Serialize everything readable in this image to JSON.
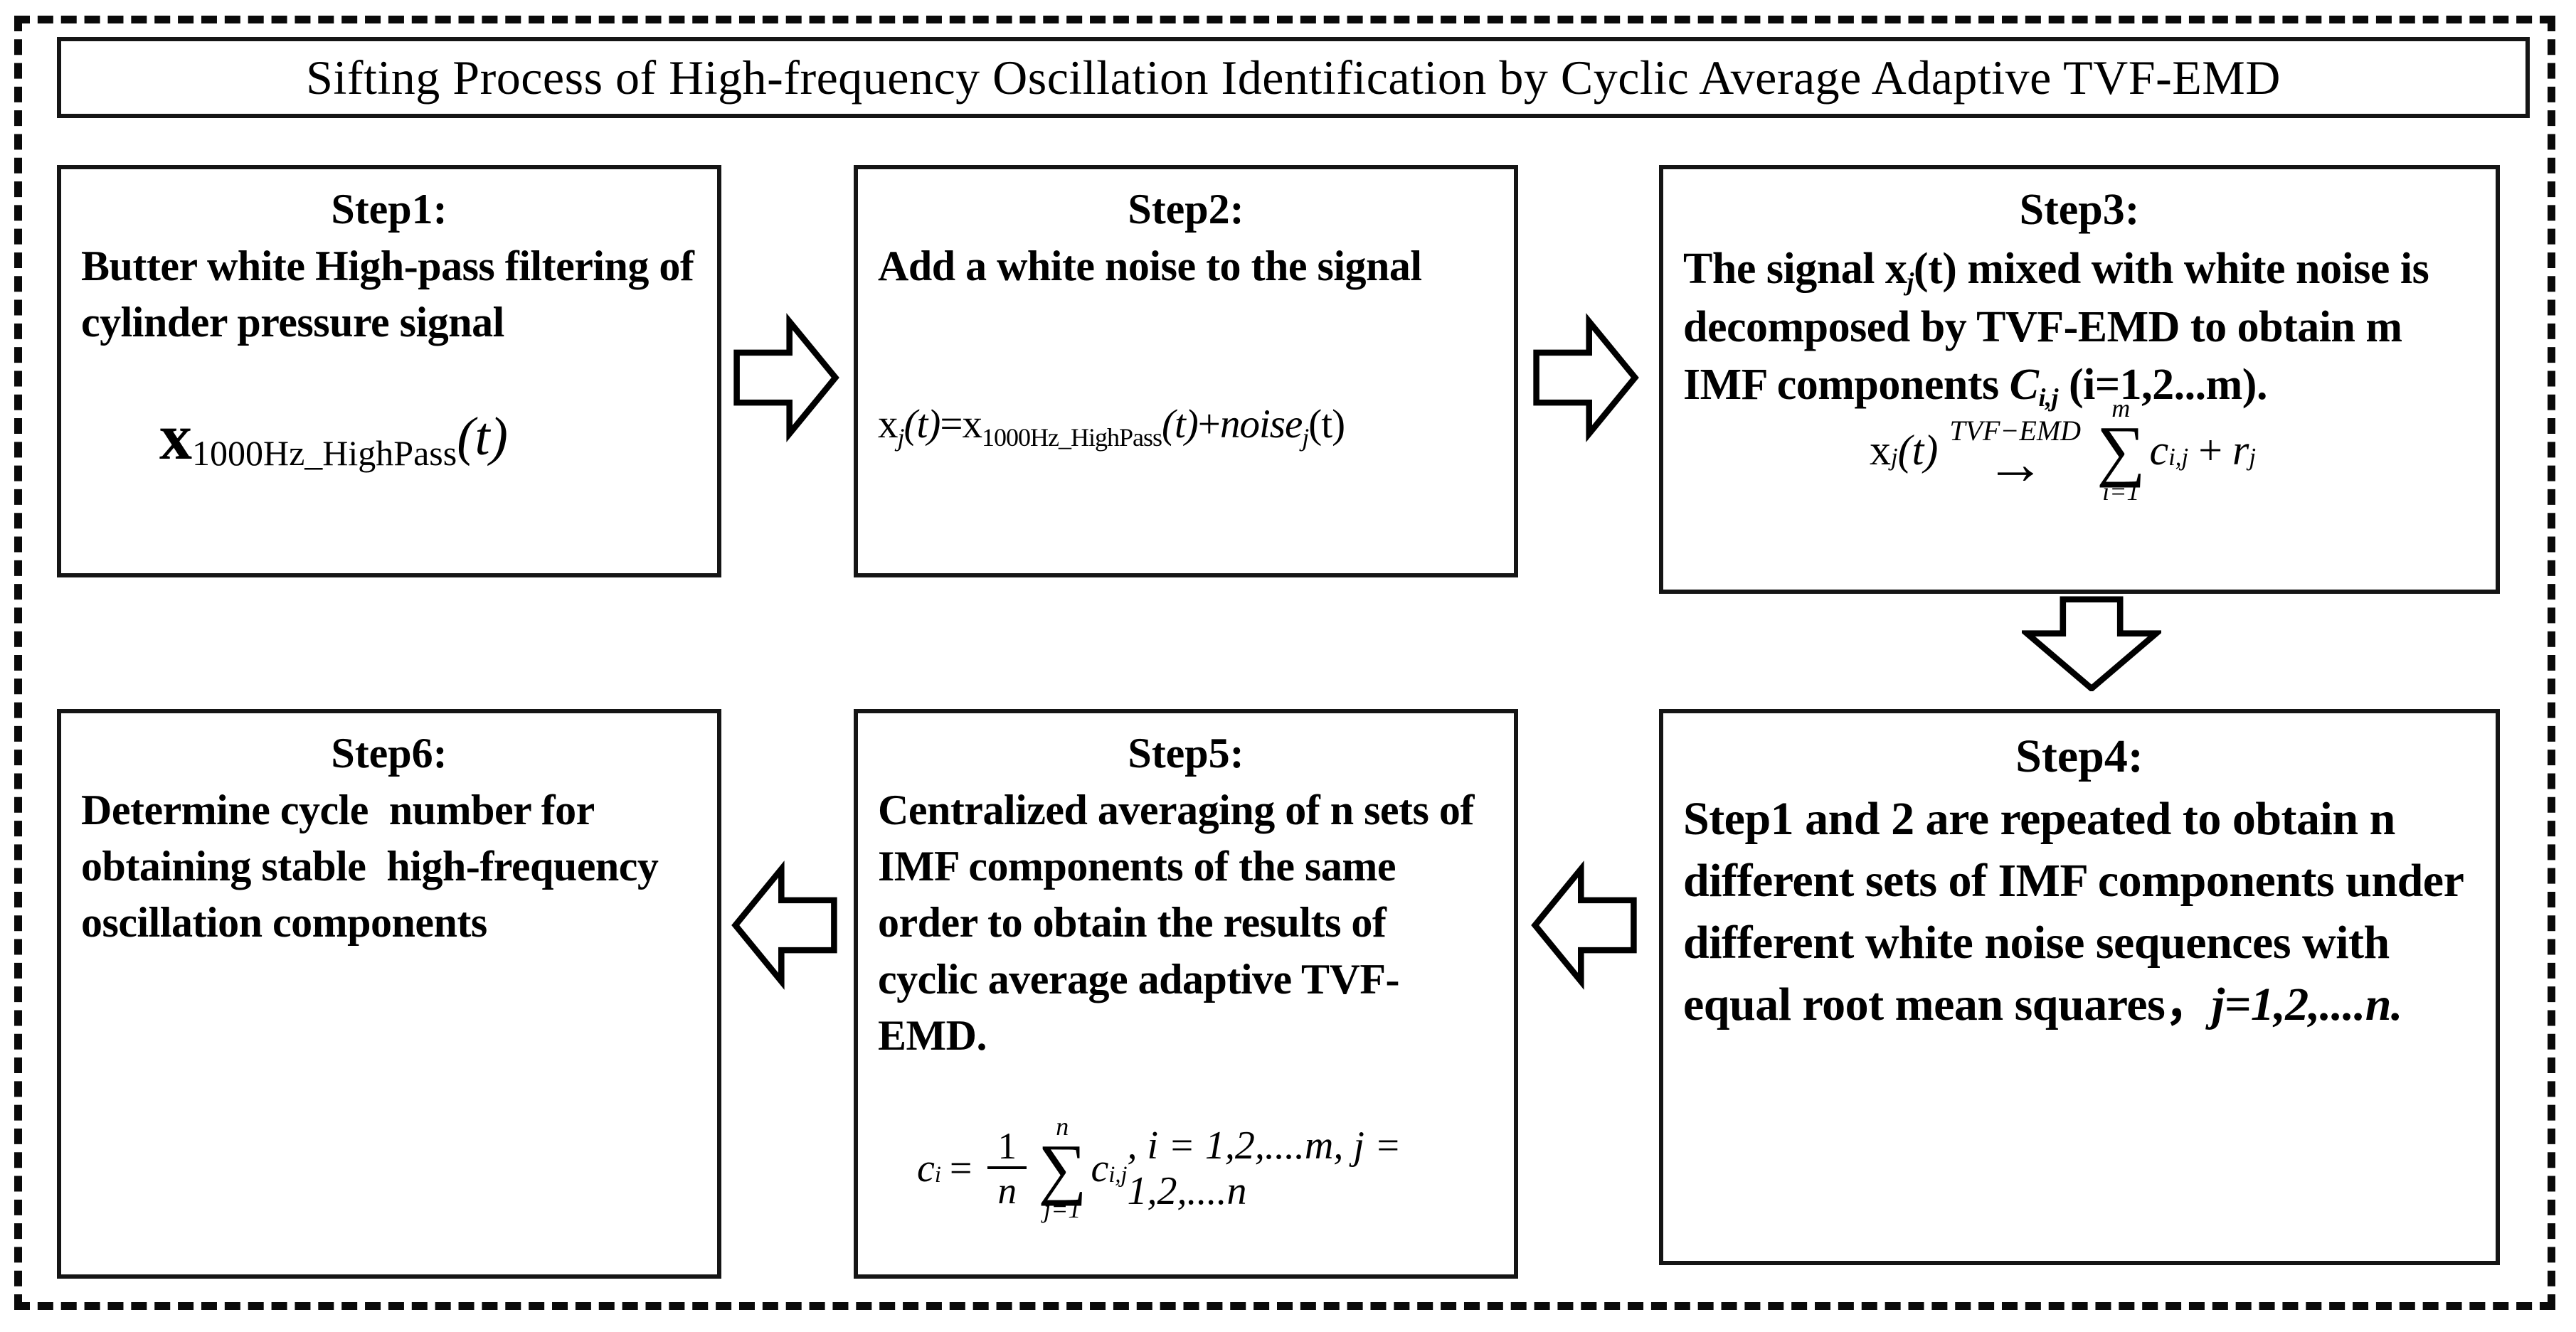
{
  "title": "Sifting Process of High-frequency Oscillation Identification by Cyclic Average Adaptive TVF-EMD",
  "steps": {
    "step1": {
      "heading": "Step1:",
      "body": "Butter white High-pass filtering of cylinder pressure signal",
      "formula": {
        "x": "x",
        "sub": "1000Hz_HighPass",
        "arg": "(t)"
      }
    },
    "step2": {
      "heading": "Step2:",
      "body": "Add a white noise to the signal",
      "formula": {
        "x1": "x",
        "j1": "j",
        "t1": "(t)",
        "eq": "=",
        "x2": "x",
        "sub2": "1000Hz_HighPass",
        "t2": "(t)",
        "plus": "+",
        "noise": "noise",
        "j2": "j",
        "t3": "(t)"
      }
    },
    "step3": {
      "heading": "Step3:",
      "body1": "The signal x",
      "body_j": "j",
      "body2": "(t) mixed with white noise is decomposed by TVF-EMD to obtain m IMF components ",
      "c": "C",
      "c_sub": "i,j",
      "body3": " (i=1,2...m).",
      "formula": {
        "x": "x",
        "j": "j",
        "t": "(t)",
        "label": "TVF−EMD",
        "arrow": "→",
        "sum_top": "m",
        "sum": "∑",
        "sum_bot": "i=1",
        "c": "c",
        "c_sub": "i,j",
        "plus": "+",
        "r": "r",
        "r_sub": "j"
      }
    },
    "step4": {
      "heading": "Step4:",
      "body": "Step1 and 2 are repeated to obtain n different sets of IMF components under different white noise sequences with equal root mean squares，",
      "tail": "j=1,2,....n."
    },
    "step5": {
      "heading": "Step5:",
      "body": "Centralized averaging of n sets of IMF components of the same order to obtain the results of cyclic average adaptive TVF-EMD.",
      "formula": {
        "c": "c",
        "c_sub": "i",
        "eq": "=",
        "num": "1",
        "den": "n",
        "sum_top": "n",
        "sum": "∑",
        "sum_bot": "j=1",
        "c2": "c",
        "c2_sub": "i,j",
        "tail": ", i = 1,2,....m, j = 1,2,....n"
      }
    },
    "step6": {
      "heading": "Step6:",
      "body": "Determine cycle  number for obtaining stable  high-frequency oscillation components"
    }
  }
}
